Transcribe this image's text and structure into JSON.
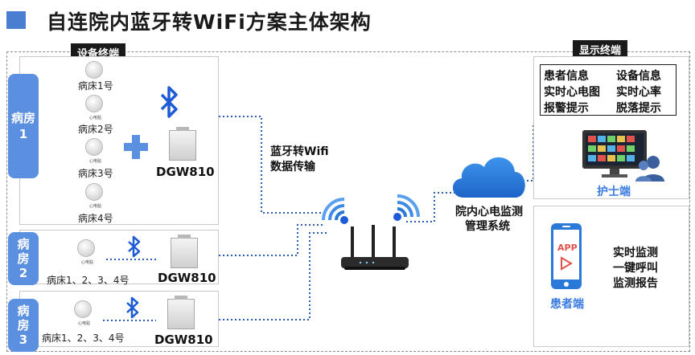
{
  "title": "自连院内蓝牙转WiFi方案主体架构",
  "device_section": {
    "label": "设备终端"
  },
  "display_section": {
    "label": "显示终端"
  },
  "room1": {
    "label_line1": "病房",
    "label_line2": "1",
    "beds": [
      "病床1号",
      "病床2号",
      "病床3号",
      "病床4号"
    ],
    "sensor_caption": "心电贴",
    "gateway": "DGW810"
  },
  "room2": {
    "label_line1": "病",
    "label_line2": "房",
    "label_line3": "2",
    "beds": "病床1、2、3、4号",
    "sensor_caption": "心电贴",
    "gateway": "DGW810"
  },
  "room3": {
    "label_line1": "病",
    "label_line2": "房",
    "label_line3": "3",
    "beds": "病床1、2、3、4号",
    "sensor_caption": "心电贴",
    "gateway": "DGW810"
  },
  "transmission": {
    "line1": "蓝牙转Wifi",
    "line2": "数据传输"
  },
  "cloud": {
    "line1": "院内心电监测",
    "line2": "管理系统"
  },
  "nurse": {
    "info": [
      "患者信息",
      "设备信息",
      "实时心电图",
      "实时心率",
      "报警提示",
      "脱落提示"
    ],
    "label": "护士端"
  },
  "patient": {
    "app_text": "APP",
    "features": [
      "实时监测",
      "一键呼叫",
      "监测报告"
    ],
    "label": "患者端"
  },
  "colors": {
    "accent": "#4a7fd0",
    "room": "#5b8fe0",
    "bluetooth": "#1e5bd6",
    "cloud": "#2a78d8",
    "link": "#2a5bb5"
  }
}
